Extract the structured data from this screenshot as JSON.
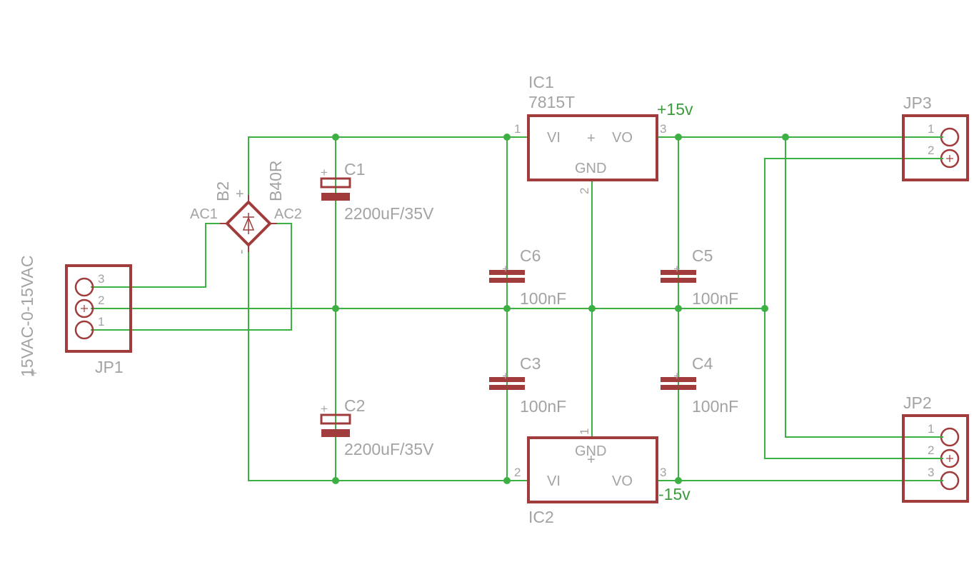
{
  "connectors": {
    "jp1": {
      "name": "JP1",
      "pins": [
        "3",
        "2",
        "1"
      ],
      "value": "15VAC-0-15VAC",
      "origin_mark": "+"
    },
    "jp2": {
      "name": "JP2",
      "pins": [
        "1",
        "2",
        "3"
      ]
    },
    "jp3": {
      "name": "JP3",
      "pins": [
        "1",
        "2"
      ]
    }
  },
  "bridge": {
    "name": "B2",
    "value": "B40R",
    "plus": "+",
    "minus": "-",
    "ac1": "AC1",
    "ac2": "AC2"
  },
  "capacitors": {
    "c1": {
      "name": "C1",
      "value": "2200uF/35V"
    },
    "c2": {
      "name": "C2",
      "value": "2200uF/35V"
    },
    "c3": {
      "name": "C3",
      "value": "100nF"
    },
    "c4": {
      "name": "C4",
      "value": "100nF"
    },
    "c5": {
      "name": "C5",
      "value": "100nF"
    },
    "c6": {
      "name": "C6",
      "value": "100nF"
    },
    "polarity_mark": "+"
  },
  "regulators": {
    "ic1": {
      "name": "IC1",
      "value": "7815T",
      "vi": "VI",
      "vo": "VO",
      "gnd": "GND",
      "pin_vi": "1",
      "pin_gnd": "2",
      "pin_vo": "3",
      "origin_mark": "+"
    },
    "ic2": {
      "name": "IC2",
      "vi": "VI",
      "vo": "VO",
      "gnd": "GND",
      "pin_gnd": "1",
      "pin_vi": "2",
      "pin_vo": "3",
      "origin_mark": "+"
    }
  },
  "nets": {
    "pos": "+15v",
    "neg": "-15v"
  },
  "colors": {
    "wire": "#3cb043",
    "part": "#a03c3c",
    "text": "#a3a3a3",
    "net_label": "#3c9a3c"
  }
}
